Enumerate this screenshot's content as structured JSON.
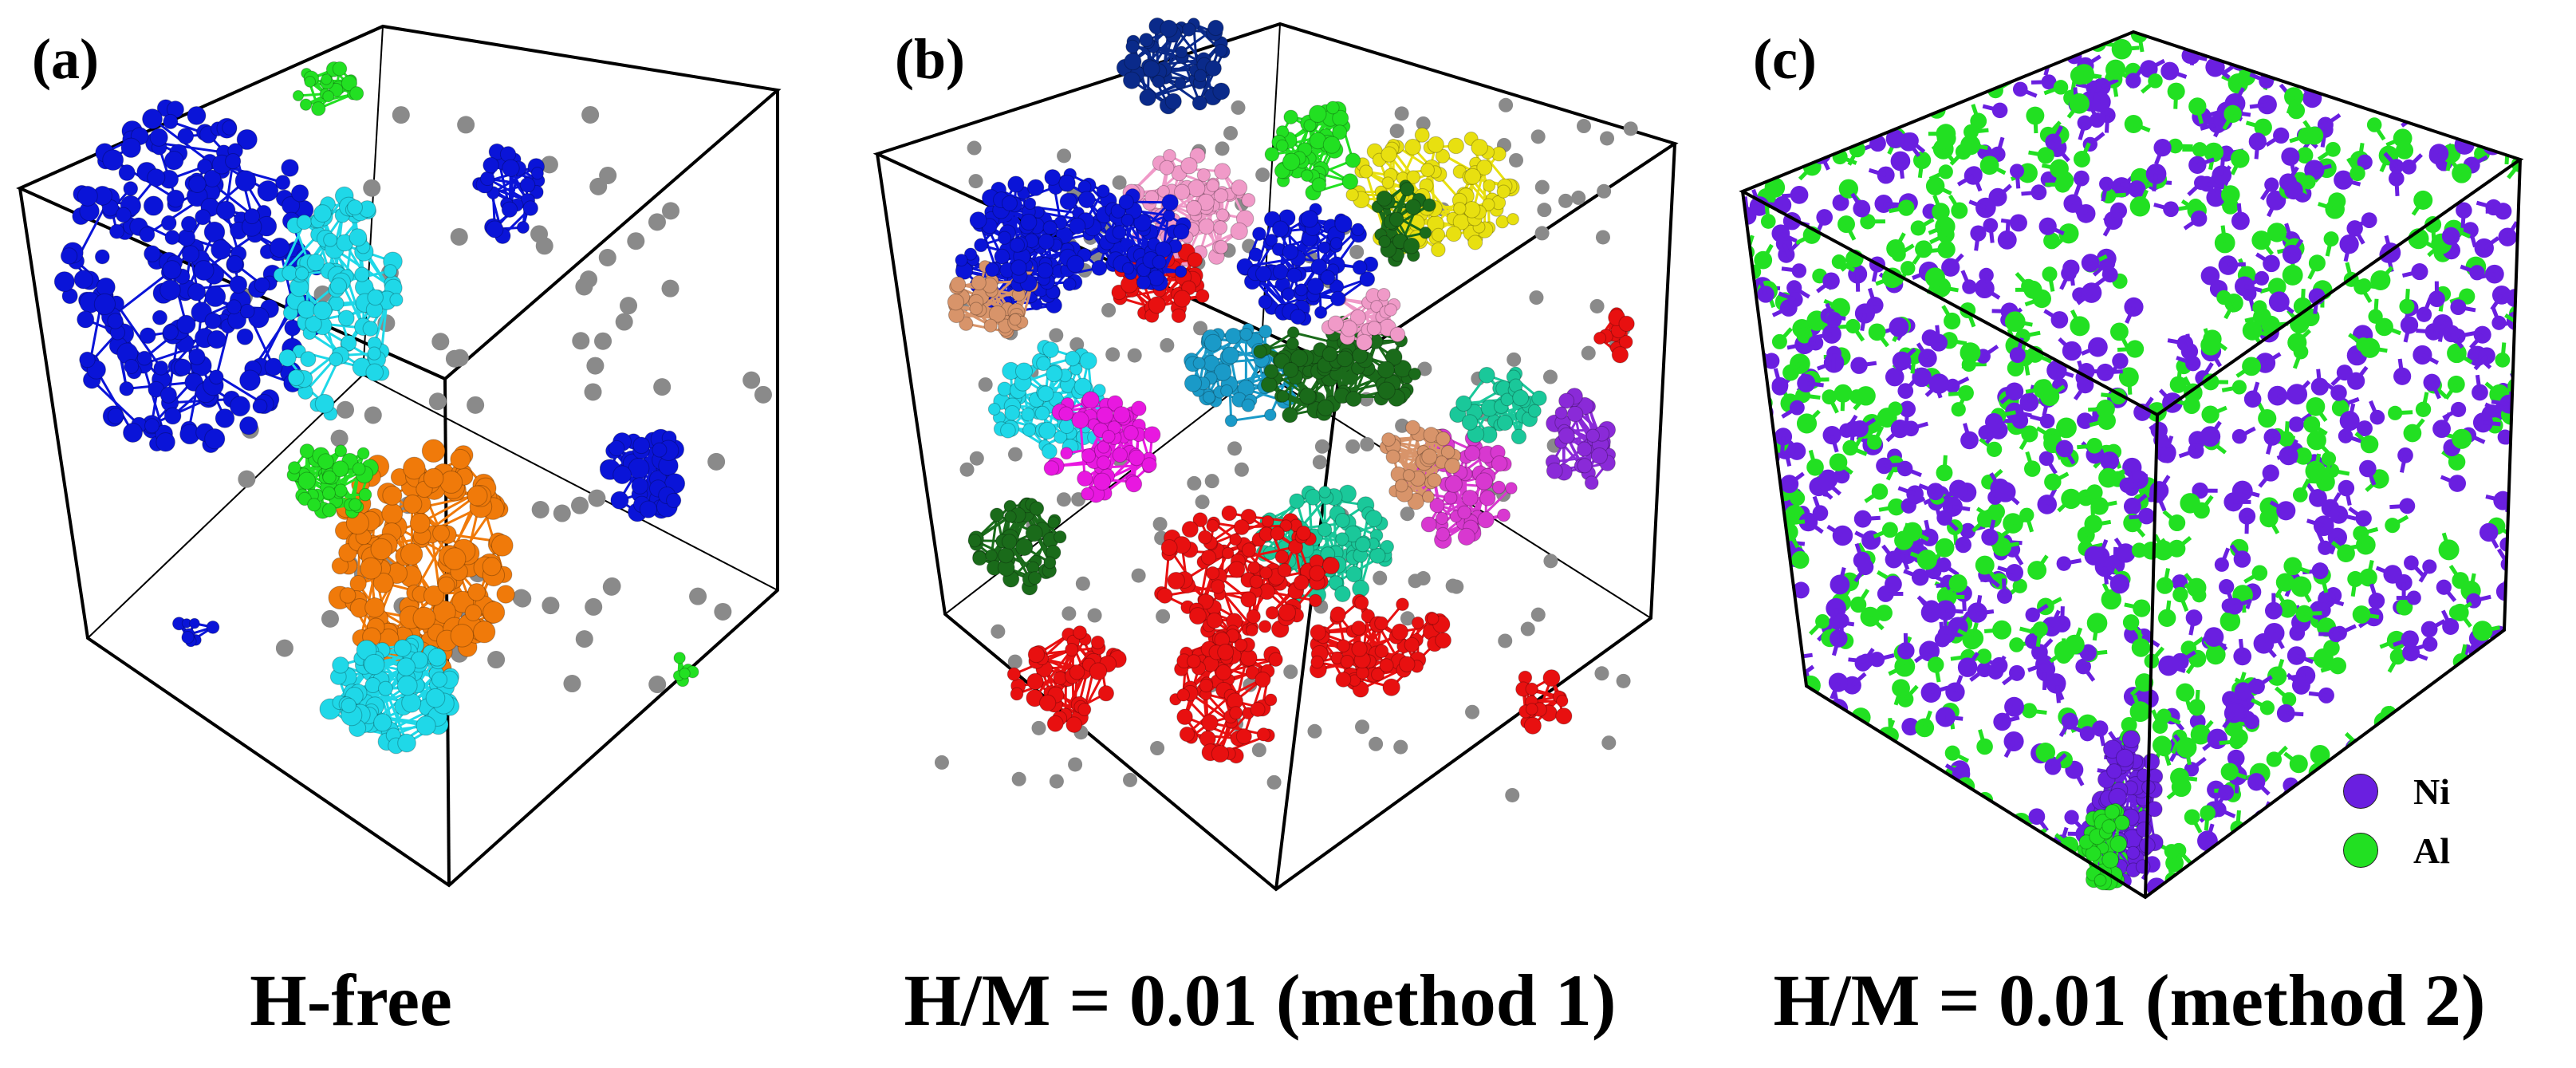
{
  "panels": [
    {
      "label": "(a)",
      "caption": "H-free"
    },
    {
      "label": "(b)",
      "caption": "H/M = 0.01 (method 1)"
    },
    {
      "label": "(c)",
      "caption": "H/M = 0.01 (method 2)"
    }
  ],
  "legend": [
    {
      "symbol": "Ni",
      "color": "#6a1fe0"
    },
    {
      "symbol": "Al",
      "color": "#22e022"
    }
  ],
  "colors": {
    "box_edge": "#000000",
    "isolated_atom": "#8a8a8a",
    "panel_a_clusters": [
      "#0a14d8",
      "#1fd8e8",
      "#f07a0a",
      "#22e022"
    ],
    "panel_b_clusters": [
      "#0a14d8",
      "#e81010",
      "#f09ac8",
      "#22e022",
      "#e8e010",
      "#1fd8e8",
      "#e818e0",
      "#1a6b1a",
      "#0a2a8a",
      "#1a9ac8",
      "#d8946a",
      "#1ac89a",
      "#8a2ad8",
      "#d838d0"
    ],
    "panel_c_ni": "#6a1fe0",
    "panel_c_al": "#22e022"
  }
}
